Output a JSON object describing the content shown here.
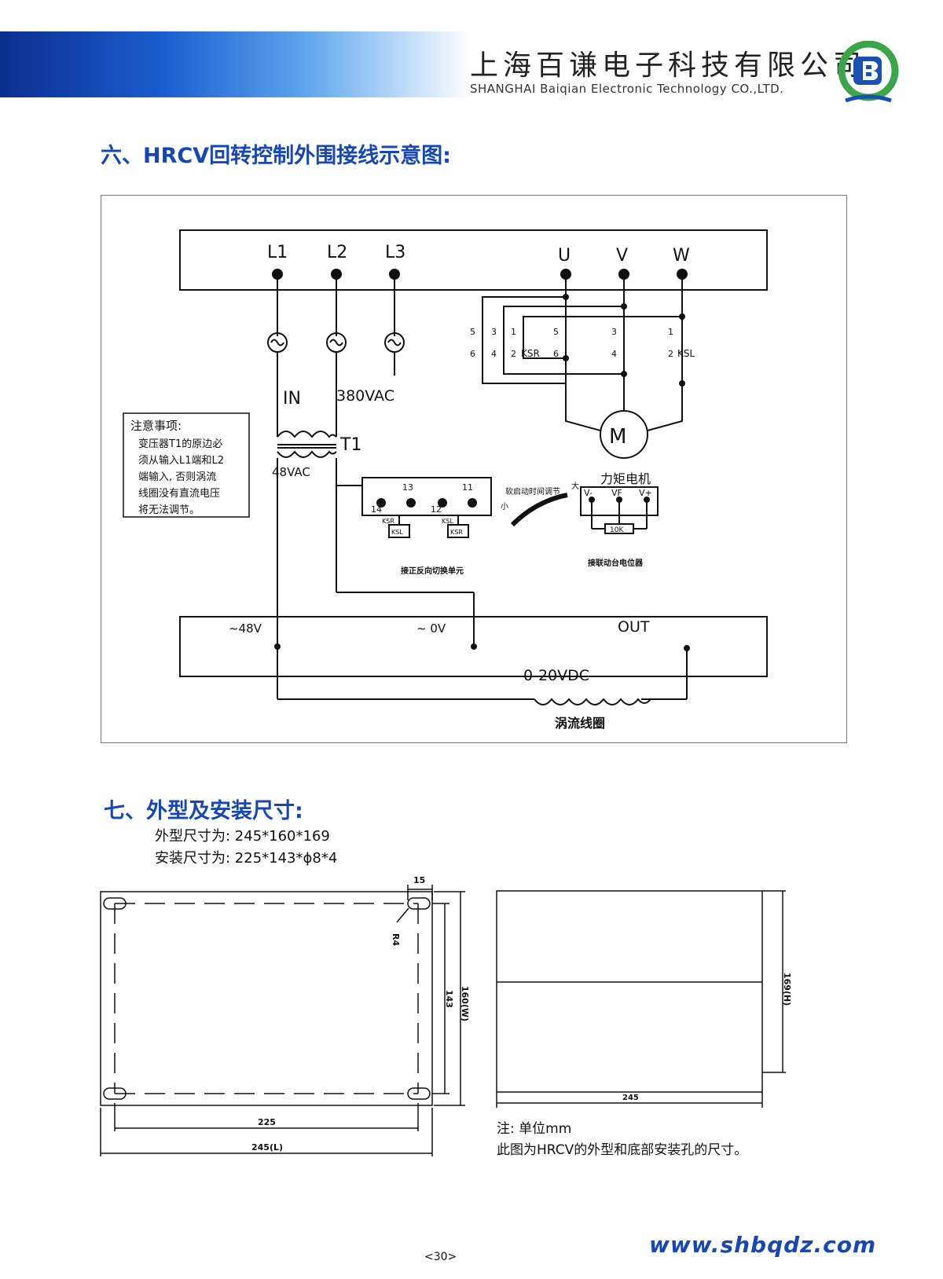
{
  "header": {
    "company_cn": "上海百谦电子科技有限公司",
    "company_en": "SHANGHAI   Baiqian Electronic Technology CO.,LTD."
  },
  "section6": {
    "title": "六、HRCV回转控制外围接线示意图:"
  },
  "wiring": {
    "inputs": [
      "L1",
      "L2",
      "L3"
    ],
    "outputs": [
      "U",
      "V",
      "W"
    ],
    "in_label": "IN",
    "voltage_in": "380VAC",
    "transformer": "T1",
    "voltage_secondary": "48VAC",
    "note_title": "注意事项:",
    "note_lines": [
      "变压器T1的原边必",
      "须从输入L1端和L2",
      "端输入, 否则涡流",
      "线圈没有直流电压",
      "将无法调节。"
    ],
    "switch_numbers": [
      "5",
      "3",
      "1",
      "5",
      "3",
      "1",
      "6",
      "4",
      "2",
      "6",
      "4",
      "2"
    ],
    "ksr": "KSR",
    "ksl": "KSL",
    "motor_symbol": "M",
    "motor_label": "力矩电机",
    "relay_nums": [
      "13",
      "11",
      "14",
      "12"
    ],
    "relay_coil_labels": [
      "KSR",
      "KSL",
      "KSL",
      "KSR"
    ],
    "relay_unit_label": "接正反向切换单元",
    "softstart_label": "软启动时间调节",
    "small": "小",
    "large": "大",
    "pot_terminals": [
      "V-",
      "VF",
      "V+"
    ],
    "pot_value": "10K",
    "pot_label": "接联动台电位器",
    "terminal_48v": "~48V",
    "terminal_0v": "~ 0V",
    "terminal_out": "OUT",
    "coil_voltage": "0-20VDC",
    "coil_label": "涡流线圈"
  },
  "section7": {
    "title": "七、外型及安装尺寸:",
    "outline_dims": "外型尺寸为: 245*160*169",
    "mount_dims": "安装尺寸为: 225*143*ϕ8*4"
  },
  "drawing": {
    "dim_15": "15",
    "dim_r4": "R4",
    "dim_143": "143",
    "dim_160": "160(W)",
    "dim_225": "225",
    "dim_245l": "245(L)",
    "dim_169": "169(H)",
    "dim_245": "245"
  },
  "notes": {
    "unit": "注: 单位mm",
    "desc": "此图为HRCV的外型和底部安装孔的尺寸。"
  },
  "footer": {
    "page_number": "<30>",
    "website": "www.shbqdz.com"
  },
  "colors": {
    "accent_blue": "#1547b8",
    "logo_green": "#3aa54a",
    "logo_blue": "#1a4fb3"
  }
}
